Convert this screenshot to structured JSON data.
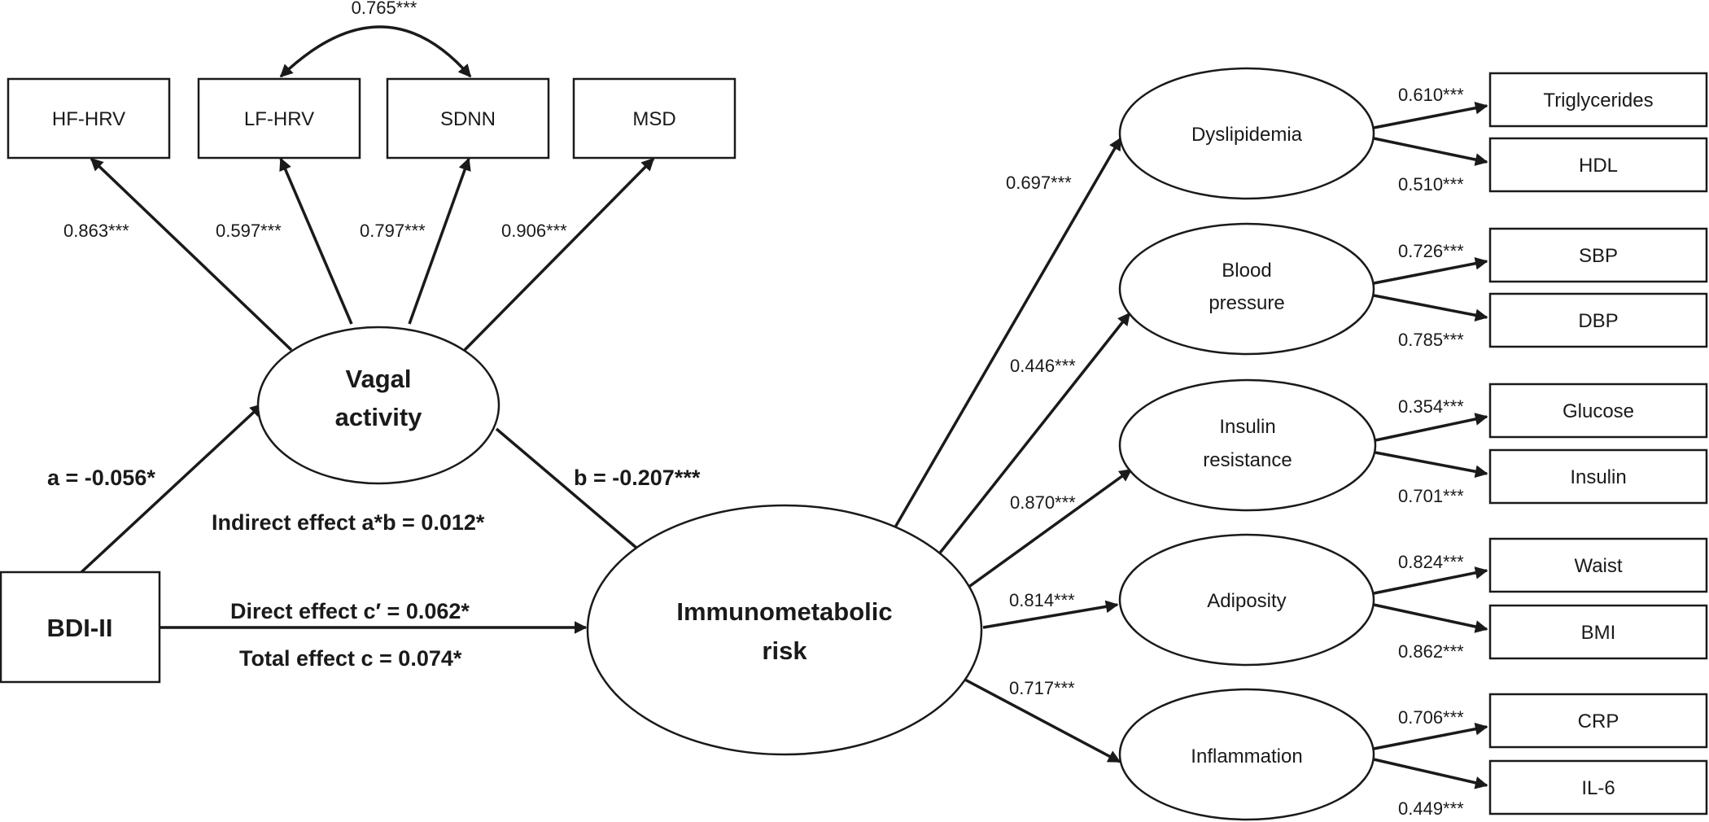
{
  "nodes": {
    "bdi": "BDI-II",
    "vagal": [
      "Vagal",
      "activity"
    ],
    "immuno": [
      "Immunometabolic",
      "risk"
    ],
    "hfhrv": "HF-HRV",
    "lfhrv": "LF-HRV",
    "sdnn": "SDNN",
    "msd": "MSD",
    "dyslipidemia": "Dyslipidemia",
    "blood_pressure": [
      "Blood",
      "pressure"
    ],
    "insulin_resistance": [
      "Insulin",
      "resistance"
    ],
    "adiposity": "Adiposity",
    "inflammation": "Inflammation",
    "triglycerides": "Triglycerides",
    "hdl": "HDL",
    "sbp": "SBP",
    "dbp": "DBP",
    "glucose": "Glucose",
    "insulin": "Insulin",
    "waist": "Waist",
    "bmi": "BMI",
    "crp": "CRP",
    "il6": "IL-6"
  },
  "paths": {
    "a": "a = -0.056*",
    "b": "b = -0.207***",
    "indirect": "Indirect effect a*b = 0.012*",
    "direct": "Direct effect c′ = 0.062*",
    "total": "Total effect c = 0.074*"
  },
  "loadings": {
    "lf_sdnn_cov": "0.765***",
    "hfhrv": "0.863***",
    "lfhrv": "0.597***",
    "sdnn": "0.797***",
    "msd": "0.906***",
    "dyslipidemia": "0.697***",
    "blood_pressure": "0.446***",
    "insulin_resistance": "0.870***",
    "adiposity": "0.814***",
    "inflammation": "0.717***",
    "triglycerides": "0.610***",
    "hdl": "0.510***",
    "sbp": "0.726***",
    "dbp": "0.785***",
    "glucose": "0.354***",
    "insulin": "0.701***",
    "waist": "0.824***",
    "bmi": "0.862***",
    "crp": "0.706***",
    "il6": "0.449***"
  }
}
